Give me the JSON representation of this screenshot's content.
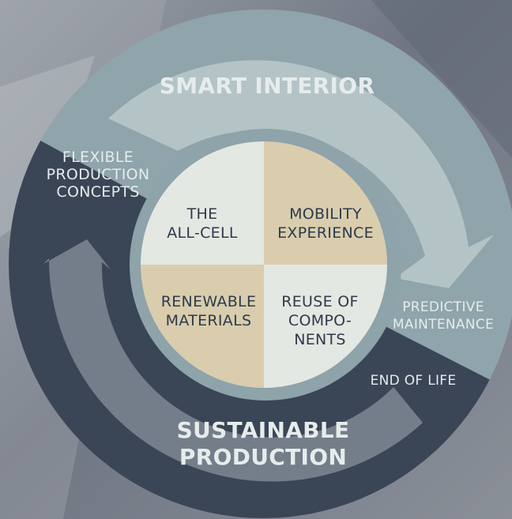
{
  "colors": {
    "photo_background": "#7d8591",
    "outer_ring_top": "#8fa4ab",
    "outer_ring_bottom": "#3a4556",
    "smart_interior_arrow": "#b4c4c6",
    "sustainable_production_arrow": "#747e8a",
    "inner_band": "#8ea3aa",
    "quadrant_light": "#e4e8e2",
    "quadrant_tan": "#d9cdae",
    "light_text": "#e6ecec",
    "dark_text": "#2e3a4b"
  },
  "outer": {
    "smart_interior": "SMART INTERIOR",
    "sustainable_production": "SUSTAINABLE\nPRODUCTION",
    "flexible_production": "FLEXIBLE\nPRODUCTION\nCONCEPTS",
    "predictive_maintenance": "PREDICTIVE\nMAINTENANCE",
    "end_of_life": "END OF LIFE"
  },
  "quadrants": {
    "top_left": "THE\nALL-CELL",
    "top_right": "MOBILITY\nEXPERIENCE",
    "bottom_left": "RENEWABLE\nMATERIALS",
    "bottom_right": "REUSE OF\nCOMPO-\nNENTS"
  }
}
